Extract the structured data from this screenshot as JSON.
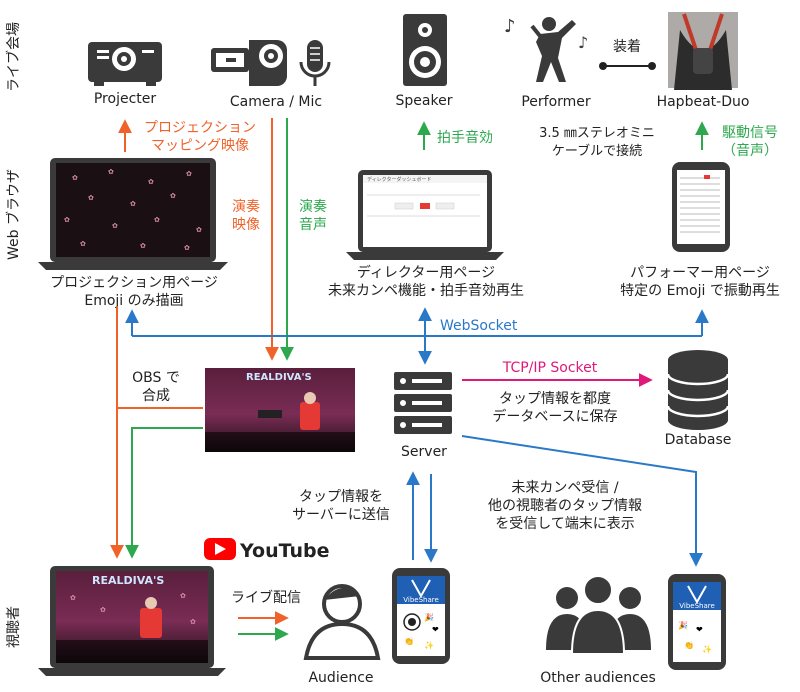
{
  "sections": {
    "venue": "ライブ会場",
    "browser": "Web ブラウザ",
    "viewers": "視聴者"
  },
  "devices": {
    "projector": "Projecter",
    "camera_mic": "Camera / Mic",
    "speaker": "Speaker",
    "performer": "Performer",
    "wear": "装着",
    "hapbeat": "Hapbeat-Duo"
  },
  "flows": {
    "projection_line1": "プロジェクション",
    "projection_line2": "マッピング映像",
    "clap_sound": "拍手音効",
    "stereo_line1": "3.5 ㎜ステレオミニ",
    "stereo_line2": "ケーブルで接続",
    "drive_line1": "駆動信号",
    "drive_line2": "（音声）",
    "perf_video_line1": "演奏",
    "perf_video_line2": "映像",
    "perf_audio_line1": "演奏",
    "perf_audio_line2": "音声",
    "websocket": "WebSocket",
    "tcpip": "TCP/IP Socket",
    "save_line1": "タップ情報を都度",
    "save_line2": "データベースに保存",
    "obs_line1": "OBS で",
    "obs_line2": "合成",
    "send_line1": "タップ情報を",
    "send_line2": "サーバーに送信",
    "recv_line1": "未来カンペ受信 /",
    "recv_line2": "他の視聴者のタップ情報",
    "recv_line3": "を受信して端末に表示",
    "live": "ライブ配信"
  },
  "pages": {
    "projection_line1": "プロジェクション用ページ",
    "projection_line2": "Emoji のみ描画",
    "director_line1": "ディレクター用ページ",
    "director_line2": "未来カンペ機能・拍手音効再生",
    "director_screen_title": "ディレクターダッシュボード",
    "performer_line1": "パフォーマー用ページ",
    "performer_line2": "特定の Emoji で振動再生"
  },
  "nodes": {
    "server": "Server",
    "database": "Database",
    "audience": "Audience",
    "others": "Other audiences",
    "youtube": "YouTube",
    "stage_sign": "REALDIVA'S",
    "app_name": "VibeShare"
  },
  "colors": {
    "orange": "#f0622a",
    "green": "#2ea84f",
    "blue": "#2a78c8",
    "magenta": "#e0187a",
    "icon": "#3a3a3a",
    "youtube_red": "#ff0000"
  }
}
